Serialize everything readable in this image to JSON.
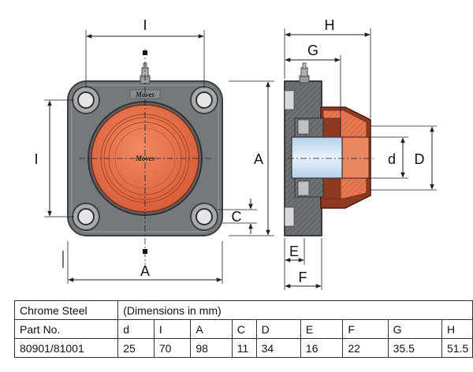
{
  "drawing": {
    "brand": "Moves",
    "labels": {
      "I_top": "I",
      "I_left": "I",
      "A_bottom": "A",
      "A_right": "A",
      "C": "C",
      "H": "H",
      "G": "G",
      "d": "d",
      "D": "D",
      "E": "E",
      "F": "F"
    }
  },
  "table": {
    "material": "Chrome Steel",
    "units_note": "(Dimensions in mm)",
    "part_label": "Part No.",
    "columns": [
      "d",
      "I",
      "A",
      "C",
      "D",
      "E",
      "F",
      "G",
      "H"
    ],
    "part_number": "80901/81001",
    "values": [
      "25",
      "70",
      "98",
      "11",
      "34",
      "16",
      "22",
      "35.5",
      "51.5"
    ]
  },
  "colors": {
    "housing": "#76777a",
    "insert_orange": "#e4714e",
    "dark_red": "#8b3a22",
    "bore": "#cfe3f2"
  }
}
